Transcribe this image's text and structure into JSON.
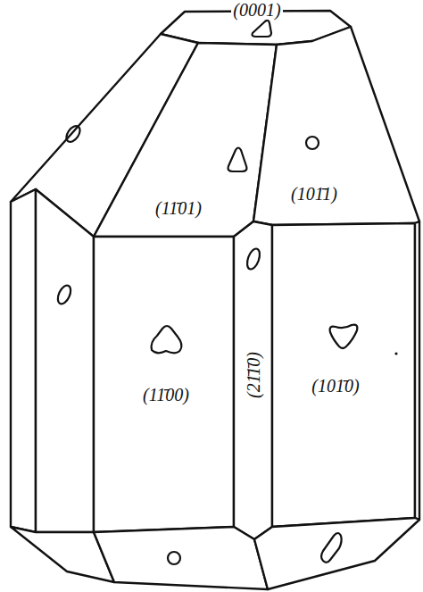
{
  "diagram": {
    "labels": [
      "(0001)",
      "(11̄01)",
      "(101̄1)",
      "(11̄00)",
      "(21̄1̄0)",
      "(101̄0)"
    ]
  }
}
